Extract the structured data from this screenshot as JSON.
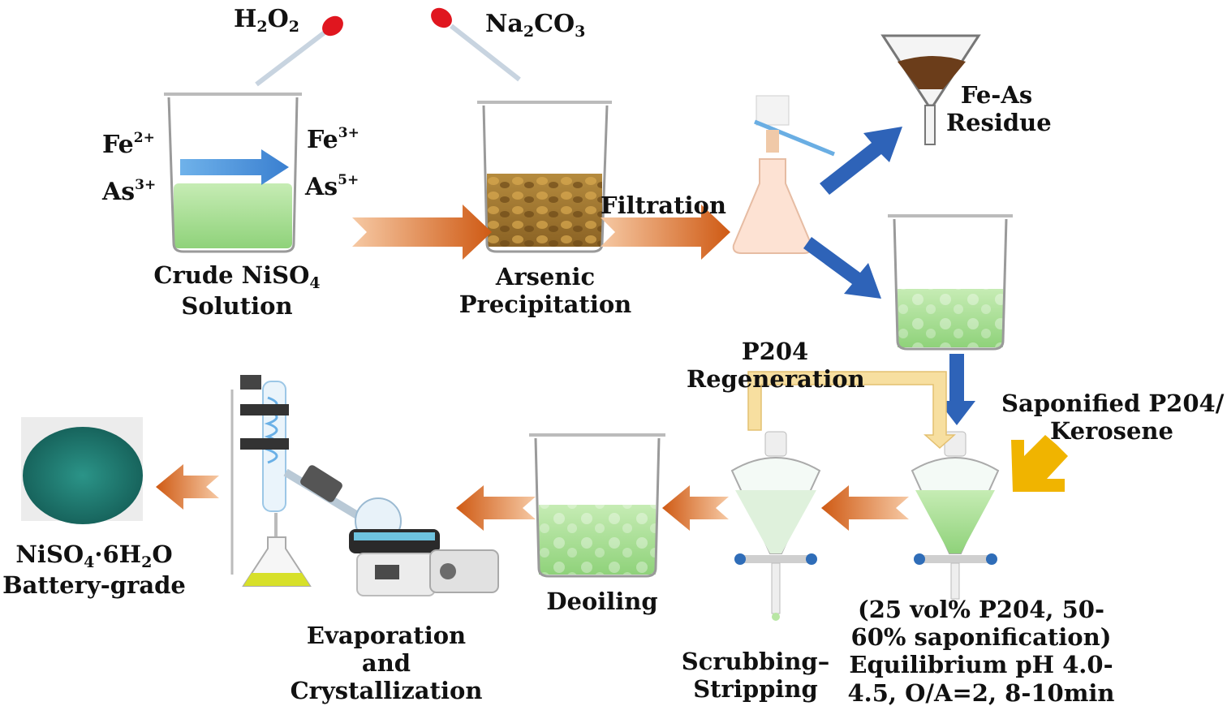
{
  "reagents": {
    "h2o2": {
      "main": "H",
      "s1": "2",
      "mid": "O",
      "s2": "2"
    },
    "na2co3": {
      "a": "Na",
      "s1": "2",
      "b": "CO",
      "s2": "3"
    }
  },
  "ions": {
    "fe2": {
      "base": "Fe",
      "charge": "2+"
    },
    "as3": {
      "base": "As",
      "charge": "3+"
    },
    "fe3": {
      "base": "Fe",
      "charge": "3+"
    },
    "as5": {
      "base": "As",
      "charge": "5+"
    }
  },
  "labels": {
    "crude_line1": "Crude NiSO",
    "crude_sub": "4",
    "crude_line2": "Solution",
    "arsenic_line1": "Arsenic",
    "arsenic_line2": "Precipitation",
    "filtration": "Filtration",
    "feas_line1": "Fe-As",
    "feas_line2": "Residue",
    "p204_line1": "P204",
    "p204_line2": "Regeneration",
    "sapon_line1": "Saponified P204/",
    "sapon_line2": "Kerosene",
    "conditions": [
      "(25 vol% P204, 50-",
      "60% saponification)",
      "Equilibrium pH 4.0-",
      "4.5, O/A=2, 8-10min"
    ],
    "scrub_line1": "Scrubbing–",
    "scrub_line2": "Stripping",
    "deoiling": "Deoiling",
    "evap_line1": "Evaporation",
    "evap_line2": "and",
    "evap_line3": "Crystallization",
    "product_a": "NiSO",
    "product_s1": "4",
    "product_b": "·6H",
    "product_s2": "2",
    "product_c": "O",
    "product_line2": "Battery-grade"
  },
  "colors": {
    "process_arrow": "#d4631a",
    "branch_arrow": "#2e63b8",
    "feed_arrow": "#f0b400",
    "regen_arrow": "#f7dfa0",
    "green_solution": "#9fd98a",
    "product": "#1e7a72"
  }
}
